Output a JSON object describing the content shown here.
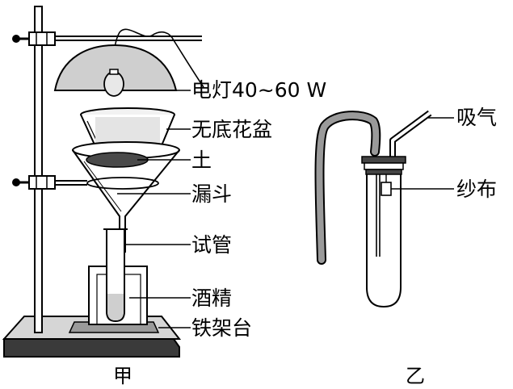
{
  "apparatus_a": {
    "caption": "甲",
    "labels": {
      "lamp": "电灯40~60 W",
      "flowerpot": "无底花盆",
      "soil": "土",
      "funnel": "漏斗",
      "test_tube": "试管",
      "alcohol": "酒精",
      "iron_stand": "铁架台"
    }
  },
  "apparatus_b": {
    "caption": "乙",
    "labels": {
      "suction": "吸气",
      "gauze": "纱布"
    }
  }
}
